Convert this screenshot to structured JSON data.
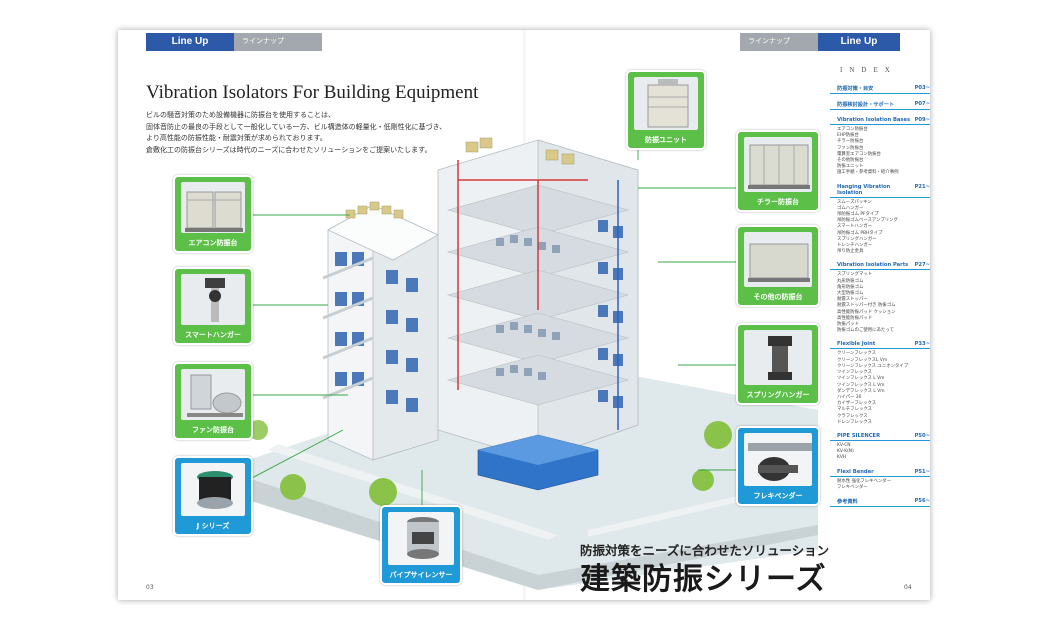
{
  "header": {
    "left_tab": "Line Up",
    "left_subtab": "ラインナップ",
    "right_subtab": "ラインナップ",
    "right_tab": "Line Up"
  },
  "headline": "Vibration Isolators For Building Equipment",
  "intro_lines": [
    "ビルの騒音対策のため設備機器に防振台を使用することは、",
    "固体音防止の最良の手段として一般化している一方、ビル構造体の軽量化・低剛性化に基づき、",
    "より高性能の防振性能・耐震対策が求められております。",
    "倉敷化工の防振台シリーズは時代のニーズに合わせたソリューションをご提案いたします。"
  ],
  "callouts": {
    "aircon": "エアコン防振台",
    "smart_hanger": "スマートハンガー",
    "fan": "ファン防振台",
    "j_series": "J シリーズ",
    "pipe_silencer": "パイプサイレンサー",
    "cooling_unit": "防振ユニット",
    "chiller": "チラー防振台",
    "other": "その他の防振台",
    "spring_hanger": "スプリングハンガー",
    "flexi_bender": "フレキベンダー"
  },
  "tagline": "防振対策をニーズに合わせたソリューション",
  "big_title": "建築防振シリーズ",
  "page_numbers": {
    "left": "03",
    "right": "04"
  },
  "index": {
    "heading": "INDEX",
    "sections": [
      {
        "title": "防振対策・目安",
        "page": "P03~",
        "items": []
      },
      {
        "title": "防振検討設計・サポート",
        "page": "P07~",
        "items": []
      },
      {
        "title": "Vibration Isolation Bases",
        "page": "P09~",
        "items": [
          "エアコン防振台",
          "EHP防振台",
          "チラー防振台",
          "ファン防振台",
          "電算室エアコン防振台",
          "その他防振台",
          "防振ユニット",
          "施工手順・参考資料・紹介事例"
        ]
      },
      {
        "title": "Hanging Vibration Isolation",
        "page": "P21~",
        "items": [
          "スムーズパッキン",
          "ゴムハンガー",
          "吊防振ゴム PFタイプ",
          "吊防振ゴムベースアンプリング",
          "スマートハンガー",
          "吊防振ゴム PBHタイプ",
          "スプリングハンガー",
          "トレンチハンガー",
          "吊り防止金具"
        ]
      },
      {
        "title": "Vibration Isolation Parts",
        "page": "P27~",
        "items": [
          "スプリングマット",
          "丸形防振ゴム",
          "角形防振ゴム",
          "大型防振ゴム",
          "耐震ストッパー",
          "耐震ストッパー付き 防振ゴム",
          "高性能防振パッド クッション",
          "高性能防振パッド",
          "防振パッド",
          "防振ゴムのご使用にあたって"
        ]
      },
      {
        "title": "Flexible Joint",
        "page": "P33~",
        "items": [
          "クリーンフレックス",
          "クリーンフレックスL Vm",
          "クリーンフレックス ユニオンタイプ",
          "ツインフレックス",
          "ツインフレックス L Vm",
          "ツインフレックス L Vm",
          "ダンデフレックス L Vm",
          "ハイパー 30",
          "カイザーフレックス",
          "マルチフレックス",
          "クラフレックス",
          "ドレンフレックス"
        ]
      },
      {
        "title": "PIPE SILENCER",
        "page": "P50~",
        "items": [
          "KV-CN",
          "KV-K(N)",
          "KVH"
        ]
      },
      {
        "title": "Flexi Bender",
        "page": "P51~",
        "items": [
          "耐水性 強化フレキベンダー",
          "フレキベンダー"
        ]
      },
      {
        "title": "参考資料",
        "page": "P56~",
        "items": []
      }
    ]
  },
  "colors": {
    "callout_green": "#5bbf48",
    "callout_blue": "#1f9ad6",
    "header_blue": "#2d5aa8",
    "index_blue": "#1f68b5"
  }
}
